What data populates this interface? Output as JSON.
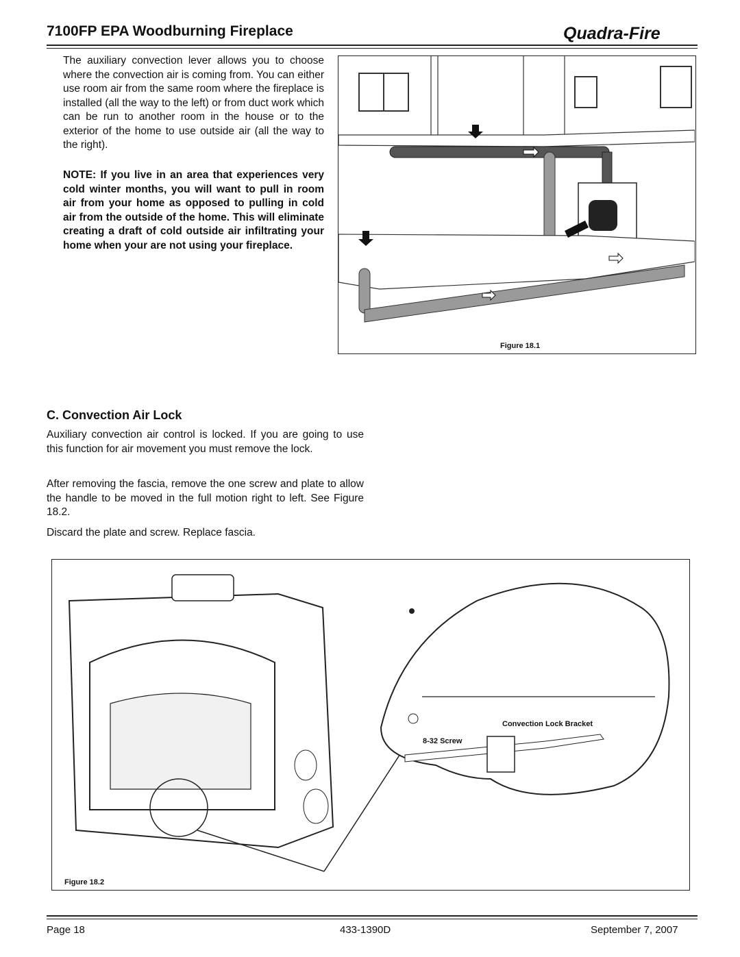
{
  "header": {
    "title": "7100FP EPA Woodburning Fireplace",
    "brand": "Quadra-Fire"
  },
  "intro": {
    "paragraph": "The auxiliary convection lever allows you to choose where the convection air is coming from. You can either use room air from the same room where the fireplace is installed (all the way to the left) or from duct work which can be run to another room in the house or to the exterior of the home to use outside air (all the way to the right).",
    "note": "NOTE: If you live in an area that experiences very cold winter months, you will want to pull in room air from your home as opposed to pulling in cold air from the outside of the home. This will eliminate creating a draft of cold outside air infiltrating your home when your are not using your fireplace."
  },
  "figure1": {
    "caption": "Figure 18.1"
  },
  "section_c": {
    "heading": "C.  Convection Air Lock",
    "p1": "Auxiliary convection air control is locked. If you are going to use this function for air movement you must remove the lock.",
    "p2": "After removing the fascia, remove the one screw and plate to allow the handle to be moved in the full motion right to left. See Figure 18.2.",
    "p3": "Discard the plate and screw. Replace fascia."
  },
  "figure2": {
    "caption": "Figure 18.2",
    "label_bracket": "Convection Lock Bracket",
    "label_screw": "8-32 Screw"
  },
  "footer": {
    "page": "Page  18",
    "doc_number": "433-1390D",
    "date": "September 7, 2007"
  },
  "colors": {
    "text": "#111111",
    "duct": "#9a9a9a",
    "dark_duct": "#555555"
  }
}
